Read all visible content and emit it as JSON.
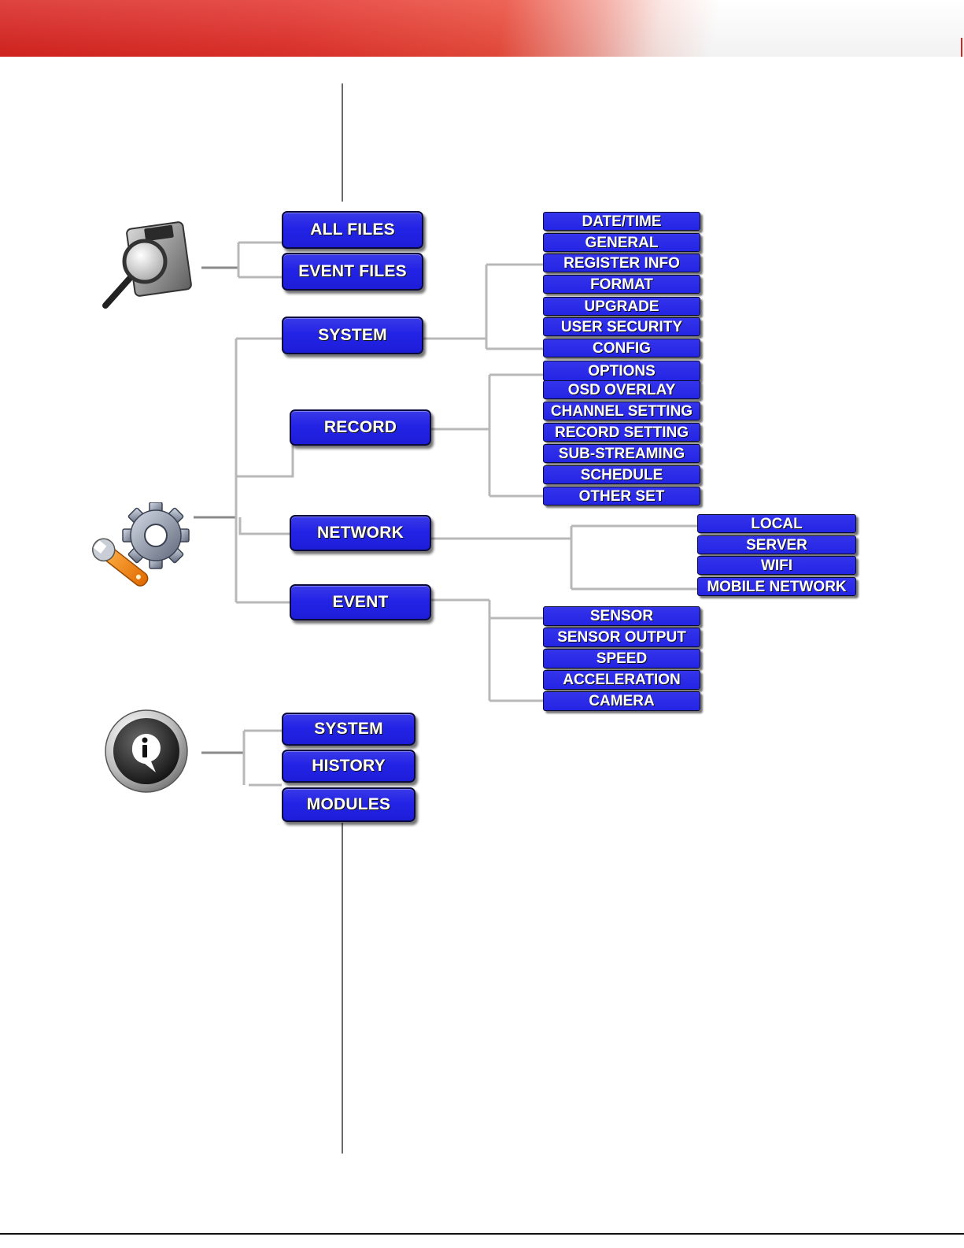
{
  "search_menu": {
    "items": [
      {
        "label": "ALL FILES"
      },
      {
        "label": "EVENT FILES"
      }
    ]
  },
  "setup_menu": {
    "system": {
      "label": "SYSTEM",
      "children": [
        "DATE/TIME",
        "GENERAL",
        "REGISTER INFO",
        "FORMAT",
        "UPGRADE",
        "USER SECURITY",
        "CONFIG"
      ]
    },
    "record": {
      "label": "RECORD",
      "children": [
        "OPTIONS",
        "OSD OVERLAY",
        "CHANNEL SETTING",
        "RECORD SETTING",
        "SUB-STREAMING",
        "SCHEDULE",
        "OTHER SET"
      ]
    },
    "network": {
      "label": "NETWORK",
      "children": [
        "LOCAL",
        "SERVER",
        "WIFI",
        "MOBILE NETWORK"
      ]
    },
    "event": {
      "label": "EVENT",
      "children": [
        "SENSOR",
        "SENSOR OUTPUT",
        "SPEED",
        "ACCELERATION",
        "CAMERA"
      ]
    }
  },
  "info_menu": {
    "items": [
      {
        "label": "SYSTEM"
      },
      {
        "label": "HISTORY"
      },
      {
        "label": "MODULES"
      }
    ]
  },
  "colors": {
    "button_fill": "#2323e6",
    "button_border": "#0a0a3c",
    "connector": "#b8b8b8",
    "header_red": "#e2302a"
  },
  "icons": {
    "search": "magnifier-over-disk-icon",
    "setup": "gear-and-wrench-icon",
    "info": "info-speech-bubble-icon"
  }
}
